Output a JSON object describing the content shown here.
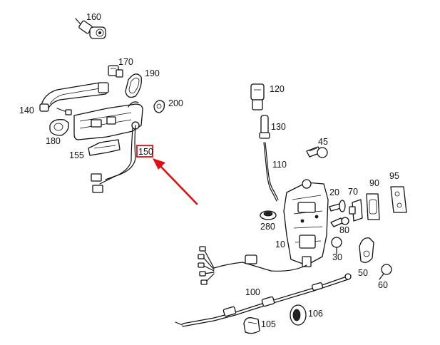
{
  "labels": {
    "p160": "160",
    "p170": "170",
    "p190": "190",
    "p140": "140",
    "p200": "200",
    "p180": "180",
    "p155": "155",
    "p150": "150",
    "p120": "120",
    "p130": "130",
    "p45": "45",
    "p110": "110",
    "p20": "20",
    "p70": "70",
    "p90": "90",
    "p95": "95",
    "p280": "280",
    "p80": "80",
    "p10": "10",
    "p30": "30",
    "p50": "50",
    "p60": "60",
    "p100": "100",
    "p105": "105",
    "p106": "106"
  },
  "highlight": {
    "label": "p150",
    "color": "#e01010"
  }
}
